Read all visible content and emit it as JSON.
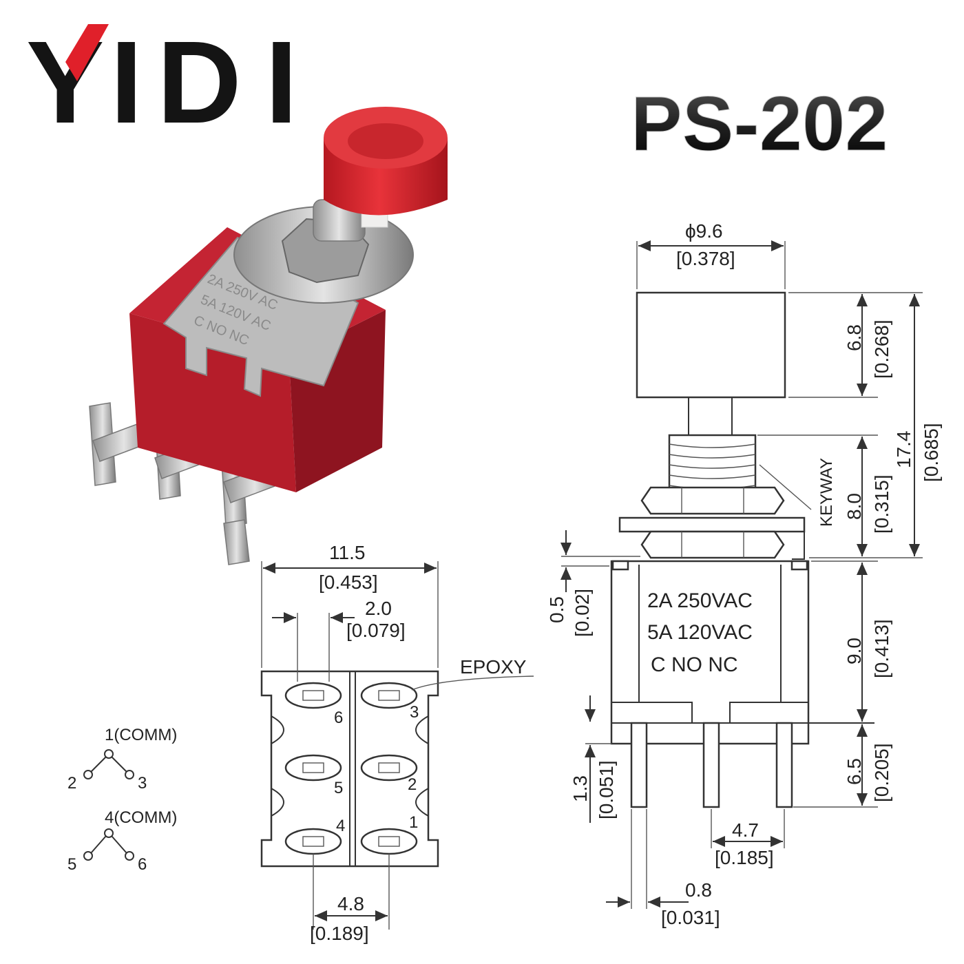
{
  "brand": {
    "letters": [
      "Y",
      "I",
      "D",
      "I"
    ],
    "accent_color": "#e0202a",
    "text_color": "#141414"
  },
  "model": "PS-202",
  "photo": {
    "cap_color": "#d81e26",
    "body_color": "#b51d2a",
    "plate_text": [
      "2A 250V AC",
      "5A 120V AC",
      "C NO NC"
    ]
  },
  "side_view": {
    "cap_diameter": "ϕ9.6",
    "cap_diameter_in": "[0.378]",
    "cap_height": "6.8",
    "cap_height_in": "[0.268]",
    "total_height": "17.4",
    "total_height_in": "[0.685]",
    "bushing": "8.0",
    "bushing_in": "[0.315]",
    "keyway": "KEYWAY",
    "plate": "0.5",
    "plate_in": "[0.02]",
    "body_height": "9.0",
    "body_height_in": "[0.413]",
    "terminal_length": "6.5",
    "terminal_length_in": "[0.205]",
    "terminal_offset": "1.3",
    "terminal_offset_in": "[0.051]",
    "terminal_pitch": "4.7",
    "terminal_pitch_in": "[0.185]",
    "terminal_width": "0.8",
    "terminal_width_in": "[0.031]",
    "rating_1": "2A  250VAC",
    "rating_2": "5A  120VAC",
    "terminals": "C    NO   NC"
  },
  "bottom_view": {
    "width": "11.5",
    "width_in": "[0.453]",
    "pitch": "2.0",
    "pitch_in": "[0.079]",
    "row_pitch": "4.8",
    "row_pitch_in": "[0.189]",
    "epoxy": "EPOXY",
    "pins": [
      "6",
      "5",
      "4",
      "3",
      "2",
      "1"
    ]
  },
  "schematic": {
    "top_label": "1(COMM)",
    "top_left": "2",
    "top_right": "3",
    "bottom_label": "4(COMM)",
    "bottom_left": "5",
    "bottom_right": "6"
  }
}
